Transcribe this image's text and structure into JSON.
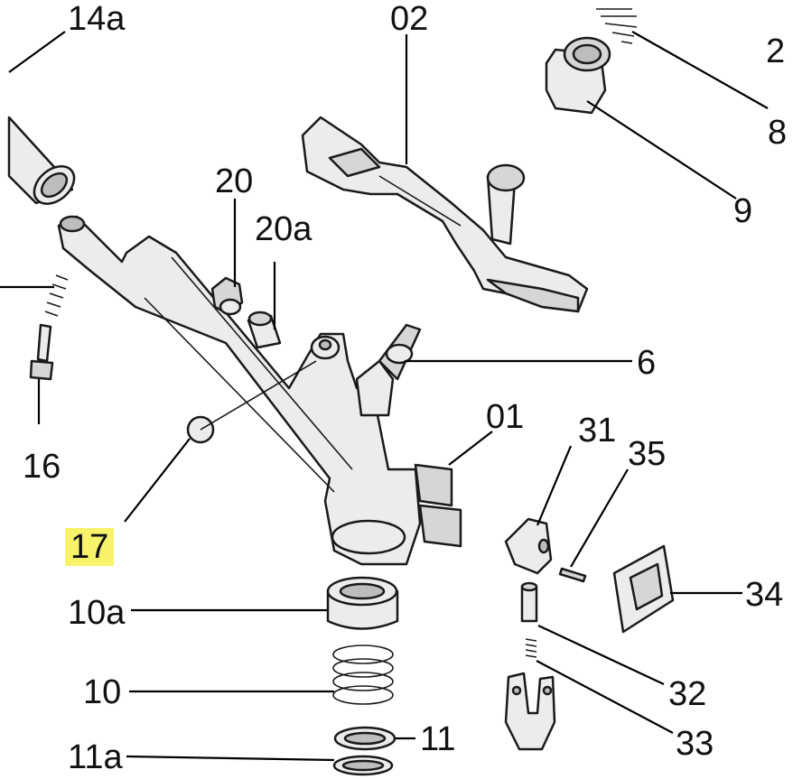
{
  "diagram": {
    "labels": {
      "l14a": "14a",
      "l02": "02",
      "l2": "2",
      "l8": "8",
      "l9": "9",
      "l20": "20",
      "l20a": "20a",
      "l16": "16",
      "l6": "6",
      "l01": "01",
      "l31": "31",
      "l35": "35",
      "l17": "17",
      "l34": "34",
      "l10a": "10a",
      "l10": "10",
      "l32": "32",
      "l33": "33",
      "l11": "11",
      "l11a": "11a"
    },
    "highlight_color": "#f7f26a"
  }
}
